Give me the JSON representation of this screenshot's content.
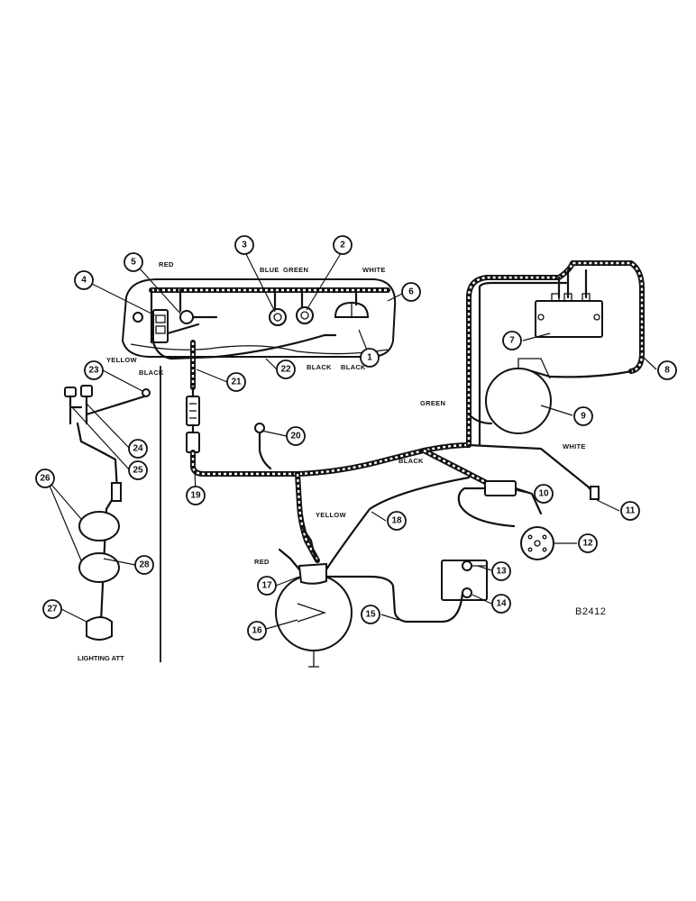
{
  "diagram": {
    "reference_code": "B2412",
    "section_label": "LIGHTING ATT",
    "wire_labels": {
      "red_top": "RED",
      "blue": "BLUE",
      "green_top": "GREEN",
      "white_top": "WHITE",
      "yellow_left": "YELLOW",
      "black_left": "BLACK",
      "black_mid": "BLACK",
      "black_right": "BLACK",
      "green_right": "GREEN",
      "white_right": "WHITE",
      "black_harness": "BLACK",
      "yellow_bottom": "YELLOW",
      "red_bottom": "RED"
    },
    "callouts": [
      "1",
      "2",
      "3",
      "4",
      "5",
      "6",
      "7",
      "8",
      "9",
      "10",
      "11",
      "12",
      "13",
      "14",
      "15",
      "16",
      "17",
      "18",
      "19",
      "20",
      "21",
      "22",
      "23",
      "24",
      "25",
      "26",
      "27",
      "28"
    ]
  }
}
